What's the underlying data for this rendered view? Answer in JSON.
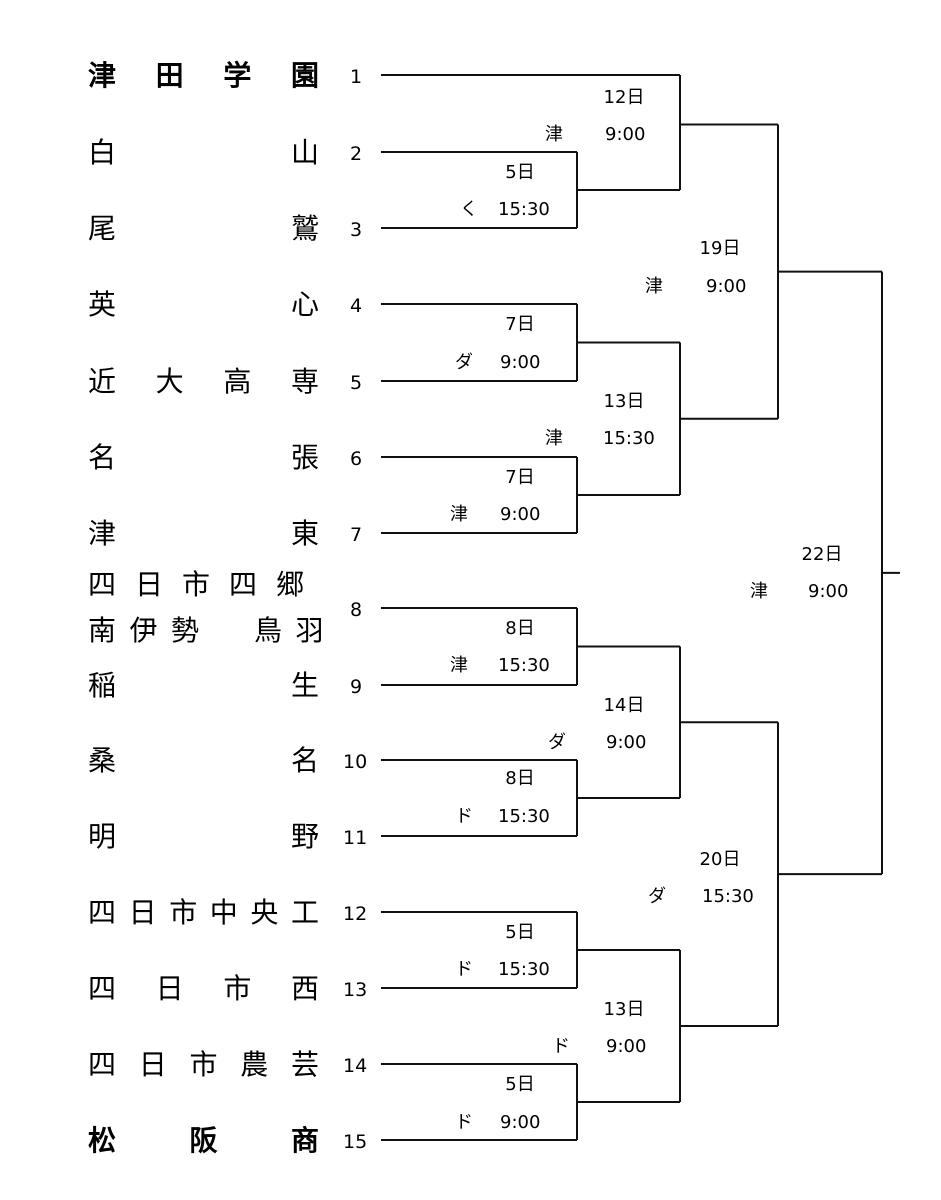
{
  "teams": [
    {
      "seed": "1",
      "name": "津田学園",
      "chars": [
        "津",
        "田",
        "学",
        "園"
      ],
      "bold": true
    },
    {
      "seed": "2",
      "name": "白山",
      "chars": [
        "白",
        "山"
      ]
    },
    {
      "seed": "3",
      "name": "尾鷲",
      "chars": [
        "尾",
        "鷲"
      ]
    },
    {
      "seed": "4",
      "name": "英心",
      "chars": [
        "英",
        "心"
      ]
    },
    {
      "seed": "5",
      "name": "近大高専",
      "chars": [
        "近",
        "大",
        "高",
        "専"
      ]
    },
    {
      "seed": "6",
      "name": "名張",
      "chars": [
        "名",
        "張"
      ]
    },
    {
      "seed": "7",
      "name": "津東",
      "chars": [
        "津",
        "東"
      ]
    },
    {
      "seed": "8",
      "name": "四日市四郷・南伊勢鳥羽",
      "lines": [
        [
          "四",
          "日",
          "市",
          "四",
          "郷"
        ],
        [
          "南",
          "伊",
          "勢",
          "",
          "鳥",
          "羽"
        ]
      ]
    },
    {
      "seed": "9",
      "name": "稲生",
      "chars": [
        "稲",
        "生"
      ]
    },
    {
      "seed": "10",
      "name": "桑名",
      "chars": [
        "桑",
        "名"
      ]
    },
    {
      "seed": "11",
      "name": "明野",
      "chars": [
        "明",
        "野"
      ]
    },
    {
      "seed": "12",
      "name": "四日市中央工",
      "chars": [
        "四",
        "日",
        "市",
        "中",
        "央",
        "工"
      ]
    },
    {
      "seed": "13",
      "name": "四日市西",
      "chars": [
        "四",
        "日",
        "市",
        "西"
      ]
    },
    {
      "seed": "14",
      "name": "四日市農芸",
      "chars": [
        "四",
        "日",
        "市",
        "農",
        "芸"
      ]
    },
    {
      "seed": "15",
      "name": "松阪商",
      "chars": [
        "松",
        "阪",
        "商"
      ],
      "bold": true
    }
  ],
  "matches": [
    {
      "id": "m23",
      "day": "5日",
      "venue": "く",
      "time": "15:30"
    },
    {
      "id": "m45",
      "day": "7日",
      "venue": "ダ",
      "time": "9:00"
    },
    {
      "id": "m67",
      "day": "7日",
      "venue": "津",
      "time": "9:00"
    },
    {
      "id": "m89",
      "day": "8日",
      "venue": "津",
      "time": "15:30"
    },
    {
      "id": "m1011",
      "day": "8日",
      "venue": "ド",
      "time": "15:30"
    },
    {
      "id": "m1213",
      "day": "5日",
      "venue": "ド",
      "time": "15:30"
    },
    {
      "id": "m1415",
      "day": "5日",
      "venue": "ド",
      "time": "9:00"
    },
    {
      "id": "q1",
      "day": "12日",
      "venue": "津",
      "time": "9:00"
    },
    {
      "id": "q2",
      "day": "13日",
      "venue": "津",
      "time": "15:30"
    },
    {
      "id": "q3",
      "day": "14日",
      "venue": "ダ",
      "time": "9:00"
    },
    {
      "id": "q4",
      "day": "13日",
      "venue": "ド",
      "time": "9:00"
    },
    {
      "id": "s1",
      "day": "19日",
      "venue": "津",
      "time": "9:00"
    },
    {
      "id": "s2",
      "day": "20日",
      "venue": "ダ",
      "time": "15:30"
    },
    {
      "id": "f",
      "day": "22日",
      "venue": "津",
      "time": "9:00"
    }
  ]
}
